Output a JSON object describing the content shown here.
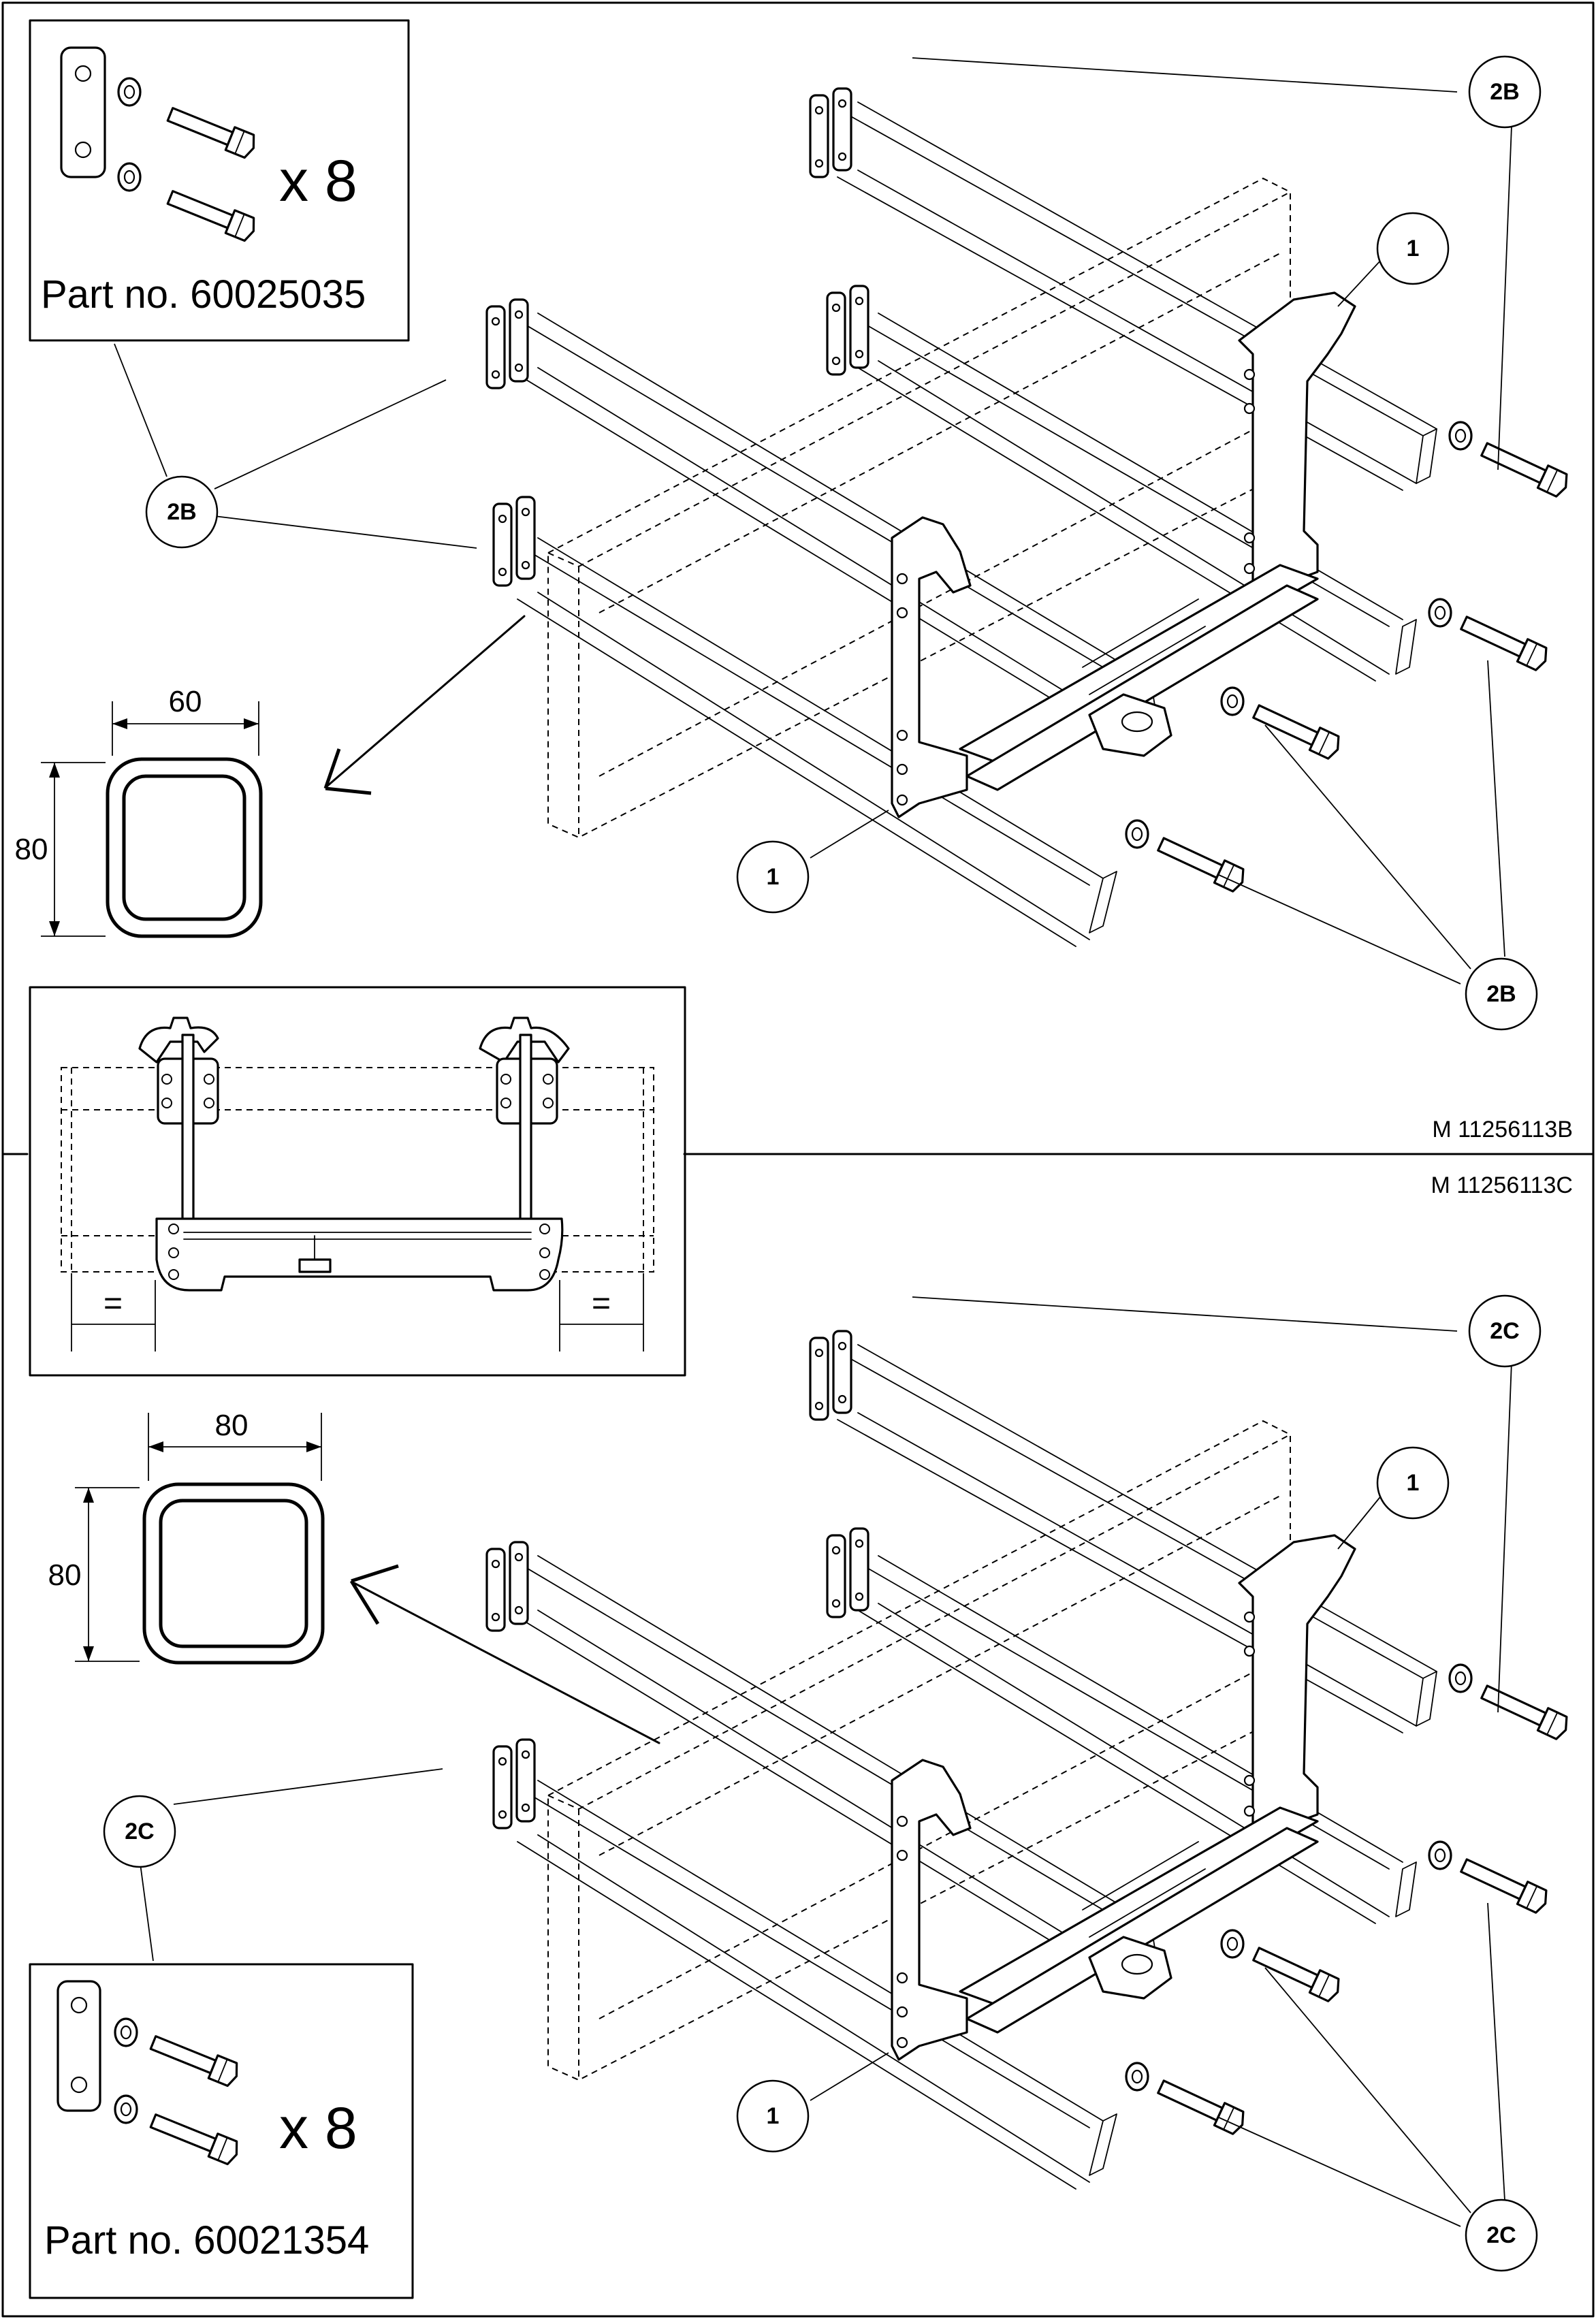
{
  "upper_assembly": {
    "drawing_code": "M 11256113B",
    "kit": {
      "quantity": "x 8",
      "part_number": "Part no. 60025035"
    },
    "profile": {
      "width": "60",
      "height": "80"
    },
    "callouts": {
      "kit": "2B",
      "item": "1"
    }
  },
  "lower_assembly": {
    "drawing_code": "M 11256113C",
    "kit": {
      "quantity": "x 8",
      "part_number": "Part no. 60021354"
    },
    "profile": {
      "width": "80",
      "height": "80"
    },
    "callouts": {
      "kit": "2C",
      "item": "1"
    }
  },
  "top_view": {
    "equal_mark_left": "=",
    "equal_mark_right": "="
  }
}
